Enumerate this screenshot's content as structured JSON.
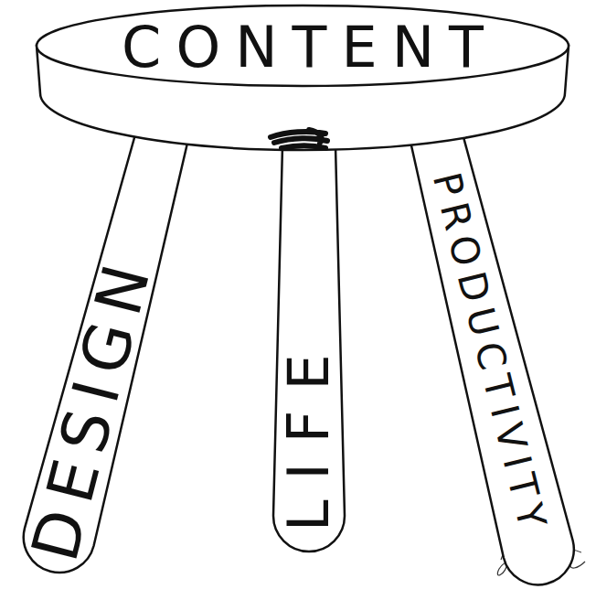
{
  "diagram": {
    "nodes": [
      {
        "text": [
          "CONTENT"
        ]
      },
      {
        "text": [
          "DESIGN"
        ]
      },
      {
        "text": [
          "LIFE"
        ]
      },
      {
        "text": [
          "PRODUCTIVITY"
        ]
      }
    ]
  }
}
